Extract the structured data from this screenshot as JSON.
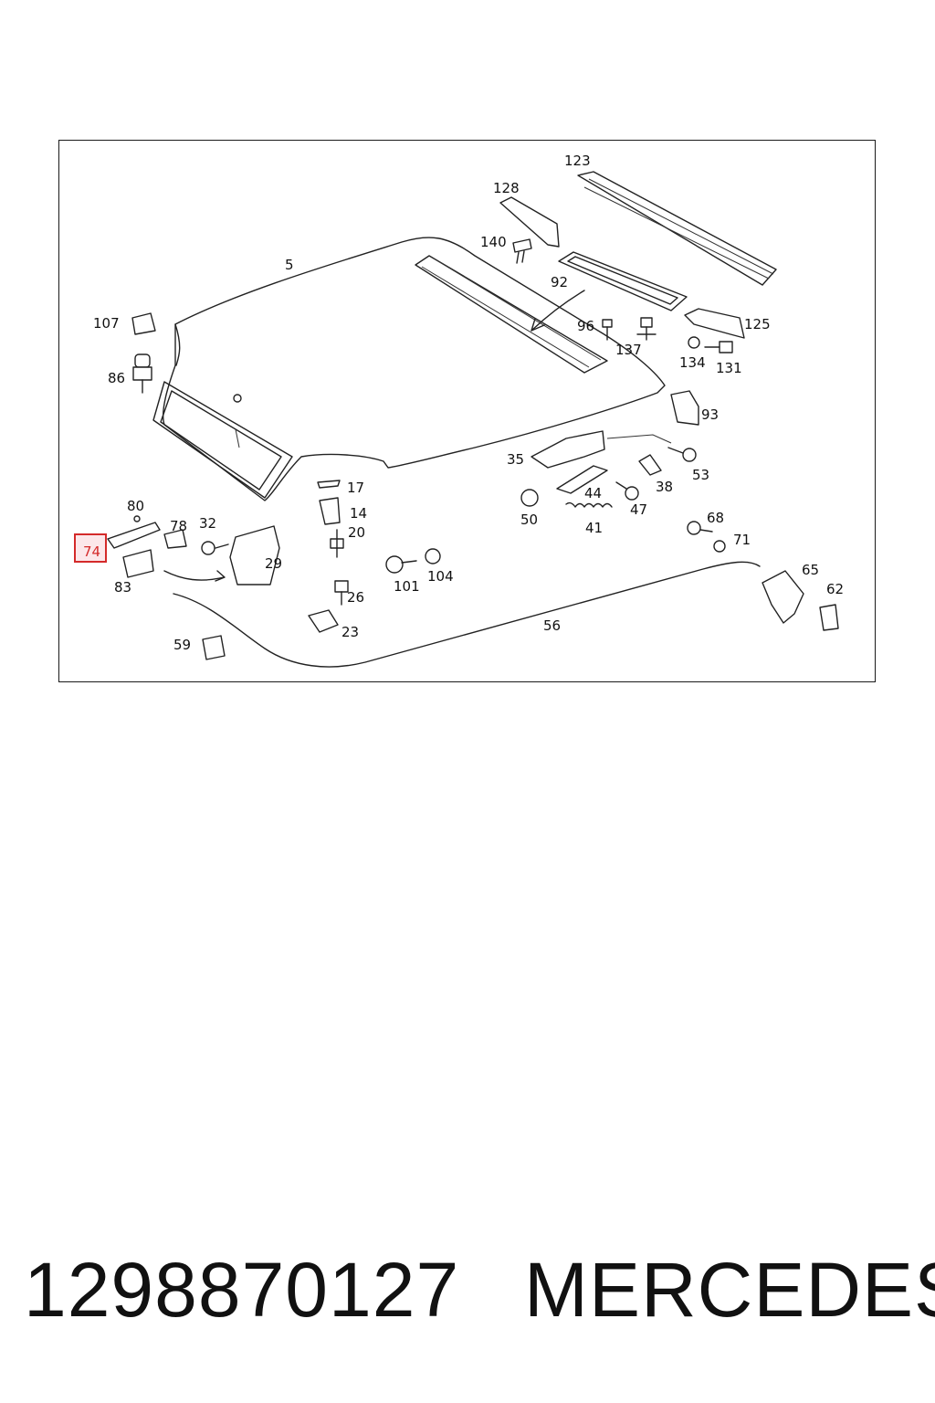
{
  "diagram": {
    "labels": [
      {
        "id": "l123",
        "text": "123"
      },
      {
        "id": "l128",
        "text": "128"
      },
      {
        "id": "l140",
        "text": "140"
      },
      {
        "id": "l5",
        "text": "5"
      },
      {
        "id": "l92",
        "text": "92"
      },
      {
        "id": "l96",
        "text": "96"
      },
      {
        "id": "l137",
        "text": "137"
      },
      {
        "id": "l125",
        "text": "125"
      },
      {
        "id": "l134",
        "text": "134"
      },
      {
        "id": "l131",
        "text": "131"
      },
      {
        "id": "l107",
        "text": "107"
      },
      {
        "id": "l86",
        "text": "86"
      },
      {
        "id": "l93",
        "text": "93"
      },
      {
        "id": "l35",
        "text": "35"
      },
      {
        "id": "l53",
        "text": "53"
      },
      {
        "id": "l38",
        "text": "38"
      },
      {
        "id": "l44",
        "text": "44"
      },
      {
        "id": "l47",
        "text": "47"
      },
      {
        "id": "l50",
        "text": "50"
      },
      {
        "id": "l41",
        "text": "41"
      },
      {
        "id": "l17",
        "text": "17"
      },
      {
        "id": "l14",
        "text": "14"
      },
      {
        "id": "l20",
        "text": "20"
      },
      {
        "id": "l80",
        "text": "80"
      },
      {
        "id": "l78",
        "text": "78"
      },
      {
        "id": "l32",
        "text": "32"
      },
      {
        "id": "l29",
        "text": "29"
      },
      {
        "id": "l83",
        "text": "83"
      },
      {
        "id": "l68",
        "text": "68"
      },
      {
        "id": "l71",
        "text": "71"
      },
      {
        "id": "l65",
        "text": "65"
      },
      {
        "id": "l62",
        "text": "62"
      },
      {
        "id": "l101",
        "text": "101"
      },
      {
        "id": "l104",
        "text": "104"
      },
      {
        "id": "l26",
        "text": "26"
      },
      {
        "id": "l23",
        "text": "23"
      },
      {
        "id": "l56",
        "text": "56"
      },
      {
        "id": "l59",
        "text": "59"
      }
    ],
    "highlighted_label": "74",
    "highlight_color": "#d42a2a"
  },
  "footer": {
    "part_number": "1298870127",
    "brand": "MERCEDES"
  }
}
